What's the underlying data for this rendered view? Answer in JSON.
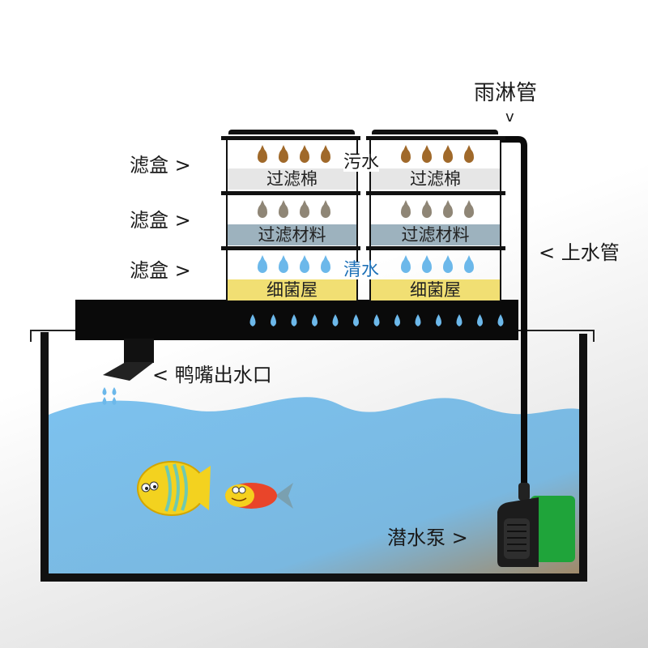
{
  "labels": {
    "rain_pipe": "雨淋管",
    "rain_pipe_arrow": "v",
    "filter_box_1": "滤盒 >",
    "filter_box_2": "滤盒 >",
    "filter_box_3": "滤盒 >",
    "inlet_pipe": "< 上水管",
    "duckbill_outlet": "< 鸭嘴出水口",
    "submersible_pump": "潜水泵 >",
    "dirty_water": "污水",
    "clean_water": "清水"
  },
  "filter_layers": [
    {
      "name": "过滤棉",
      "color": "#e6e6e6",
      "drop_color": "#a0692a"
    },
    {
      "name": "过滤材料",
      "color": "#9db2be",
      "drop_color": "#8f8676"
    },
    {
      "name": "细菌屋",
      "color": "#f1df73",
      "drop_color": "#6cb8ea"
    }
  ],
  "colors": {
    "water": "#7cc2ef",
    "pump_green": "#1fa43a",
    "clean_label": "#1f72b8"
  }
}
